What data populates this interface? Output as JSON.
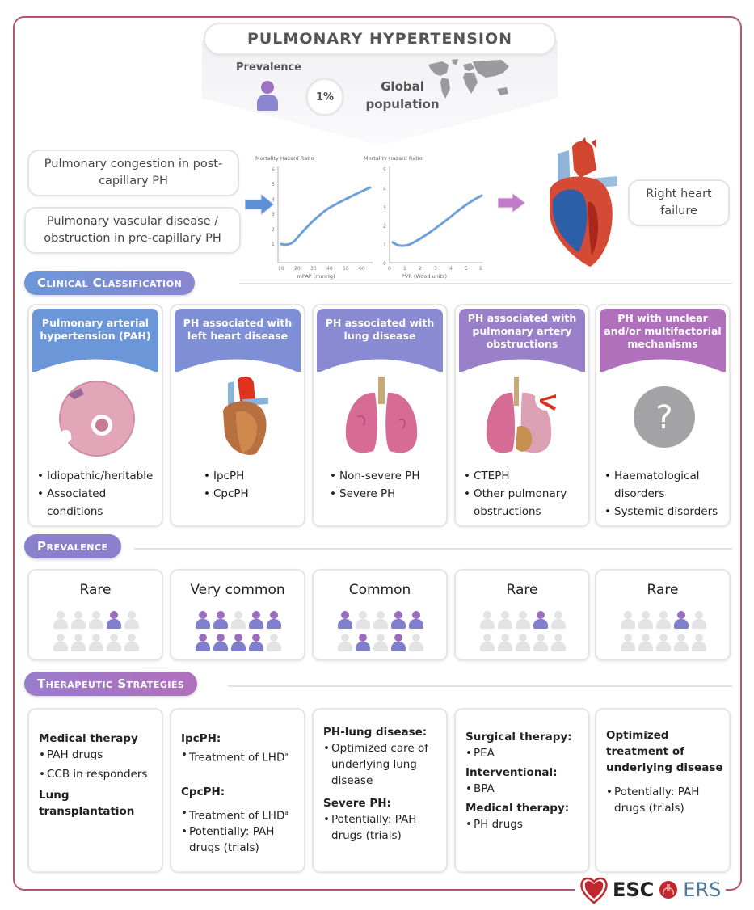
{
  "title": "Pulmonary hypertension",
  "prevalence_banner": {
    "label": "Prevalence",
    "percent": "1%",
    "global_line1": "Global",
    "global_line2": "population"
  },
  "left_boxes": {
    "congestion": "Pulmonary congestion in post-capillary PH",
    "vascular": "Pulmonary vascular disease / obstruction in pre-capillary PH"
  },
  "outcome": "Right heart failure",
  "colors": {
    "frame": "#b4566e",
    "blue_header": "#6b97d8",
    "blue_violet": "#7f88d0",
    "violet": "#8e82cc",
    "purple": "#9f77c6",
    "magenta": "#b070bc",
    "person_on": "#8a7fcc",
    "person_off": "#e3e3e6"
  },
  "chart_data": [
    {
      "type": "line",
      "title": "Mortality Hazard Ratio",
      "xlabel": "mPAP (mmHg)",
      "ylabel": "Mortality Hazard Ratio",
      "x": [
        10,
        15,
        20,
        30,
        40,
        50,
        60
      ],
      "y": [
        1.0,
        1.0,
        1.3,
        2.3,
        3.2,
        3.9,
        4.5
      ],
      "xticks": [
        10,
        20,
        30,
        40,
        50,
        60
      ],
      "yticks": [
        1,
        2,
        3,
        4,
        5,
        6
      ],
      "xlim": [
        10,
        60
      ],
      "ylim": [
        0,
        6
      ],
      "grid": false
    },
    {
      "type": "line",
      "title": "Mortality Hazard Ratio",
      "xlabel": "PVR (Wood units)",
      "ylabel": "Mortality Hazard Ratio",
      "x": [
        0.5,
        1,
        2,
        3,
        4,
        5,
        6
      ],
      "y": [
        1.1,
        1.0,
        1.4,
        2.1,
        2.8,
        3.4,
        4.0
      ],
      "xticks": [
        0,
        1,
        2,
        3,
        4,
        5,
        6
      ],
      "yticks": [
        0,
        1,
        2,
        3,
        4,
        5
      ],
      "xlim": [
        0,
        6
      ],
      "ylim": [
        0,
        5
      ],
      "grid": false
    }
  ],
  "sections": {
    "classification": "Clinical Classification",
    "prevalence": "Prevalence",
    "therapy": "Therapeutic Strategies"
  },
  "classification": [
    {
      "header": "Pulmonary arterial hypertension (PAH)",
      "image": "histology-icon",
      "items": [
        "Idiopathic/heritable",
        "Associated conditions"
      ]
    },
    {
      "header": "PH associated with left heart disease",
      "image": "heart-icon",
      "items": [
        "IpcPH",
        "CpcPH"
      ]
    },
    {
      "header": "PH associated with lung disease",
      "image": "lungs-icon",
      "items": [
        "Non-severe PH",
        "Severe PH"
      ]
    },
    {
      "header": "PH associated with pulmonary artery obstructions",
      "image": "lungs-obstruction-icon",
      "items": [
        "CTEPH",
        "Other pulmonary obstructions"
      ]
    },
    {
      "header": "PH with unclear and/or multifactorial mechanisms",
      "image": "question-icon",
      "items": [
        "Haematological disorders",
        "Systemic disorders"
      ]
    }
  ],
  "prevalence": [
    {
      "label": "Rare",
      "on": [
        0,
        0,
        0,
        1,
        0,
        0,
        0,
        0,
        0,
        0
      ]
    },
    {
      "label": "Very common",
      "on": [
        1,
        1,
        0,
        1,
        1,
        1,
        1,
        1,
        1,
        0
      ]
    },
    {
      "label": "Common",
      "on": [
        1,
        0,
        0,
        1,
        1,
        0,
        1,
        0,
        1,
        0
      ]
    },
    {
      "label": "Rare",
      "on": [
        0,
        0,
        0,
        1,
        0,
        0,
        0,
        0,
        0,
        0
      ]
    },
    {
      "label": "Rare",
      "on": [
        0,
        0,
        0,
        1,
        0,
        0,
        0,
        0,
        0,
        0
      ]
    }
  ],
  "therapy": [
    {
      "blocks": [
        {
          "heading": "Medical therapy",
          "bullets": [
            "PAH drugs",
            "CCB in responders"
          ]
        },
        {
          "heading": "Lung transplantation",
          "bullets": []
        }
      ]
    },
    {
      "blocks": [
        {
          "heading": "IpcPH:",
          "bullets": [
            "Treatment of LHD"
          ]
        },
        {
          "heading": "CpcPH:",
          "bullets": [
            "Treatment of LHD",
            "Potentially: PAH drugs (trials)"
          ]
        }
      ]
    },
    {
      "blocks": [
        {
          "heading": "PH-lung disease:",
          "bullets": [
            "Optimized care of underlying lung disease"
          ]
        },
        {
          "heading": "Severe PH:",
          "bullets": [
            "Potentially: PAH drugs (trials)"
          ]
        }
      ]
    },
    {
      "blocks": [
        {
          "heading": "Surgical therapy:",
          "bullets": [
            "PEA"
          ]
        },
        {
          "heading": "Interventional:",
          "bullets": [
            "BPA"
          ]
        },
        {
          "heading": "Medical therapy:",
          "bullets": [
            "PH drugs"
          ]
        }
      ]
    },
    {
      "blocks": [
        {
          "heading": "Optimized treatment of underlying disease",
          "bullets": [
            "Potentially: PAH drugs (trials)"
          ]
        }
      ]
    }
  ],
  "superscript": "a",
  "logos": {
    "esc": "ESC",
    "ers": "ERS"
  }
}
